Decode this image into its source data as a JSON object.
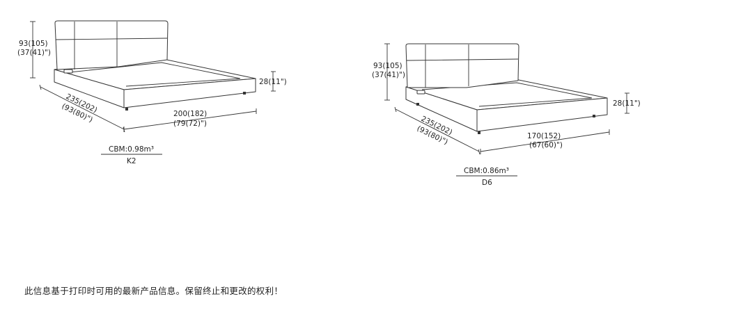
{
  "products": [
    {
      "height_mm": "93(105)",
      "height_in": "(37(41)\")",
      "leg_mm": "28(11\")",
      "depth_mm": "235(202)",
      "depth_in": "(93(80)\")",
      "width_mm": "200(182)",
      "width_in": "(79(72)\")",
      "cbm": "CBM:0.98m³",
      "model": "K2"
    },
    {
      "height_mm": "93(105)",
      "height_in": "(37(41)\")",
      "leg_mm": "28(11\")",
      "depth_mm": "235(202)",
      "depth_in": "(93(80)\")",
      "width_mm": "170(152)",
      "width_in": "(67(60)\")",
      "cbm": "CBM:0.86m³",
      "model": "D6"
    }
  ],
  "disclaimer": "此信息基于打印时可用的最新产品信息。保留终止和更改的权利！"
}
